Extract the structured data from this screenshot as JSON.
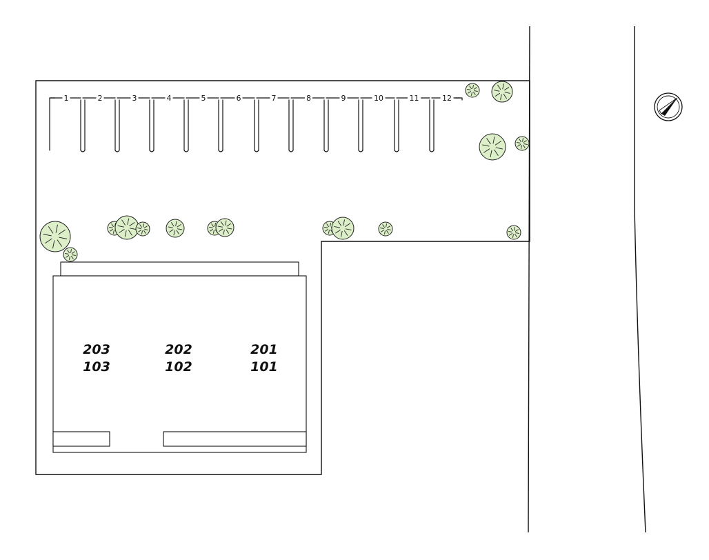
{
  "parking": {
    "stalls": [
      "1",
      "2",
      "3",
      "4",
      "5",
      "6",
      "7",
      "8",
      "9",
      "10",
      "11",
      "12"
    ]
  },
  "building": {
    "units_upper": [
      "203",
      "202",
      "201"
    ],
    "units_lower": [
      "103",
      "102",
      "101"
    ]
  },
  "icons": {
    "north_arrow": "compass-north-icon",
    "tree": "tree-icon"
  },
  "colors": {
    "tree_fill": "#dcefc8",
    "line": "#111111",
    "background": "#ffffff"
  }
}
